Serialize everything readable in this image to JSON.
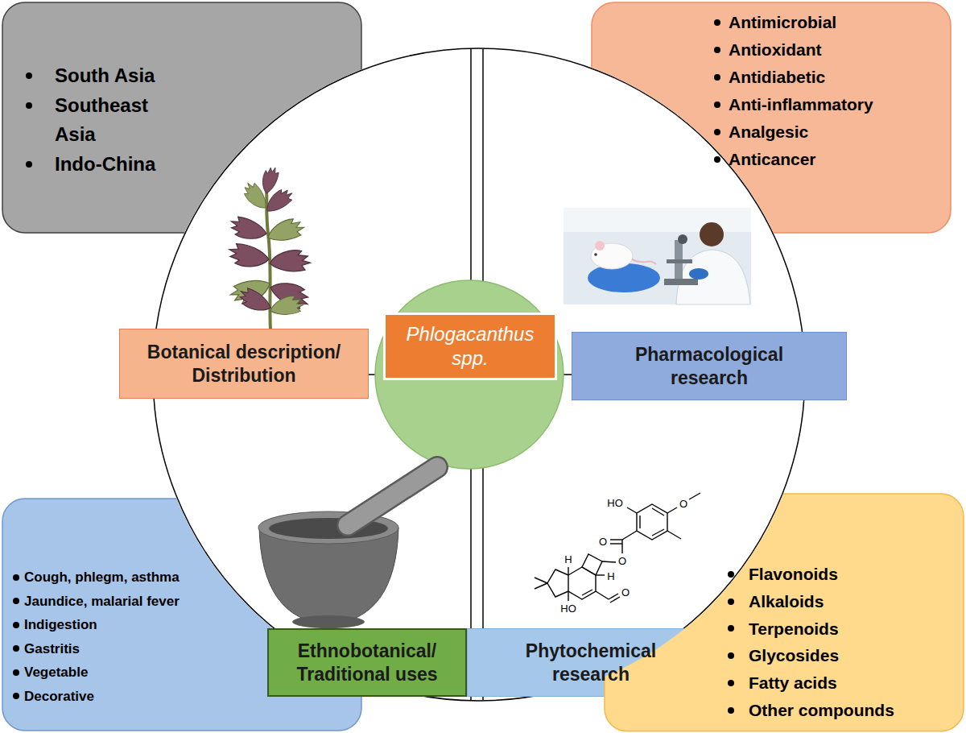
{
  "diagram": {
    "nodes": [
      {
        "text": [
          "South Asia",
          "Southeast Asia",
          "Indo-China"
        ]
      },
      {
        "text": [
          "Antimicrobial",
          "Antioxidant",
          "Antidiabetic",
          "Anti-inflammatory",
          "Analgesic",
          "Anticancer"
        ]
      },
      {
        "text": [
          "Botanical description/ Distribution"
        ]
      },
      {
        "text": [
          "Phlogacanthus spp."
        ]
      },
      {
        "text": [
          "Pharmacological research"
        ]
      },
      {
        "text": [
          "Cough, phlegm, asthma",
          "Jaundice, malarial fever",
          "Indigestion",
          "Gastritis",
          "Vegetable",
          "Decorative"
        ]
      },
      {
        "text": [
          "Ethnobotanical/ Traditional uses"
        ]
      },
      {
        "text": [
          "Phytochemical research"
        ]
      },
      {
        "text": [
          "Flavonoids",
          "Alkaloids",
          "Terpenoids",
          "Glycosides",
          "Fatty acids",
          "Other compounds"
        ]
      }
    ],
    "labels": [
      "HO",
      "O",
      "O",
      "H",
      "O",
      "H",
      "O",
      "HO"
    ]
  }
}
